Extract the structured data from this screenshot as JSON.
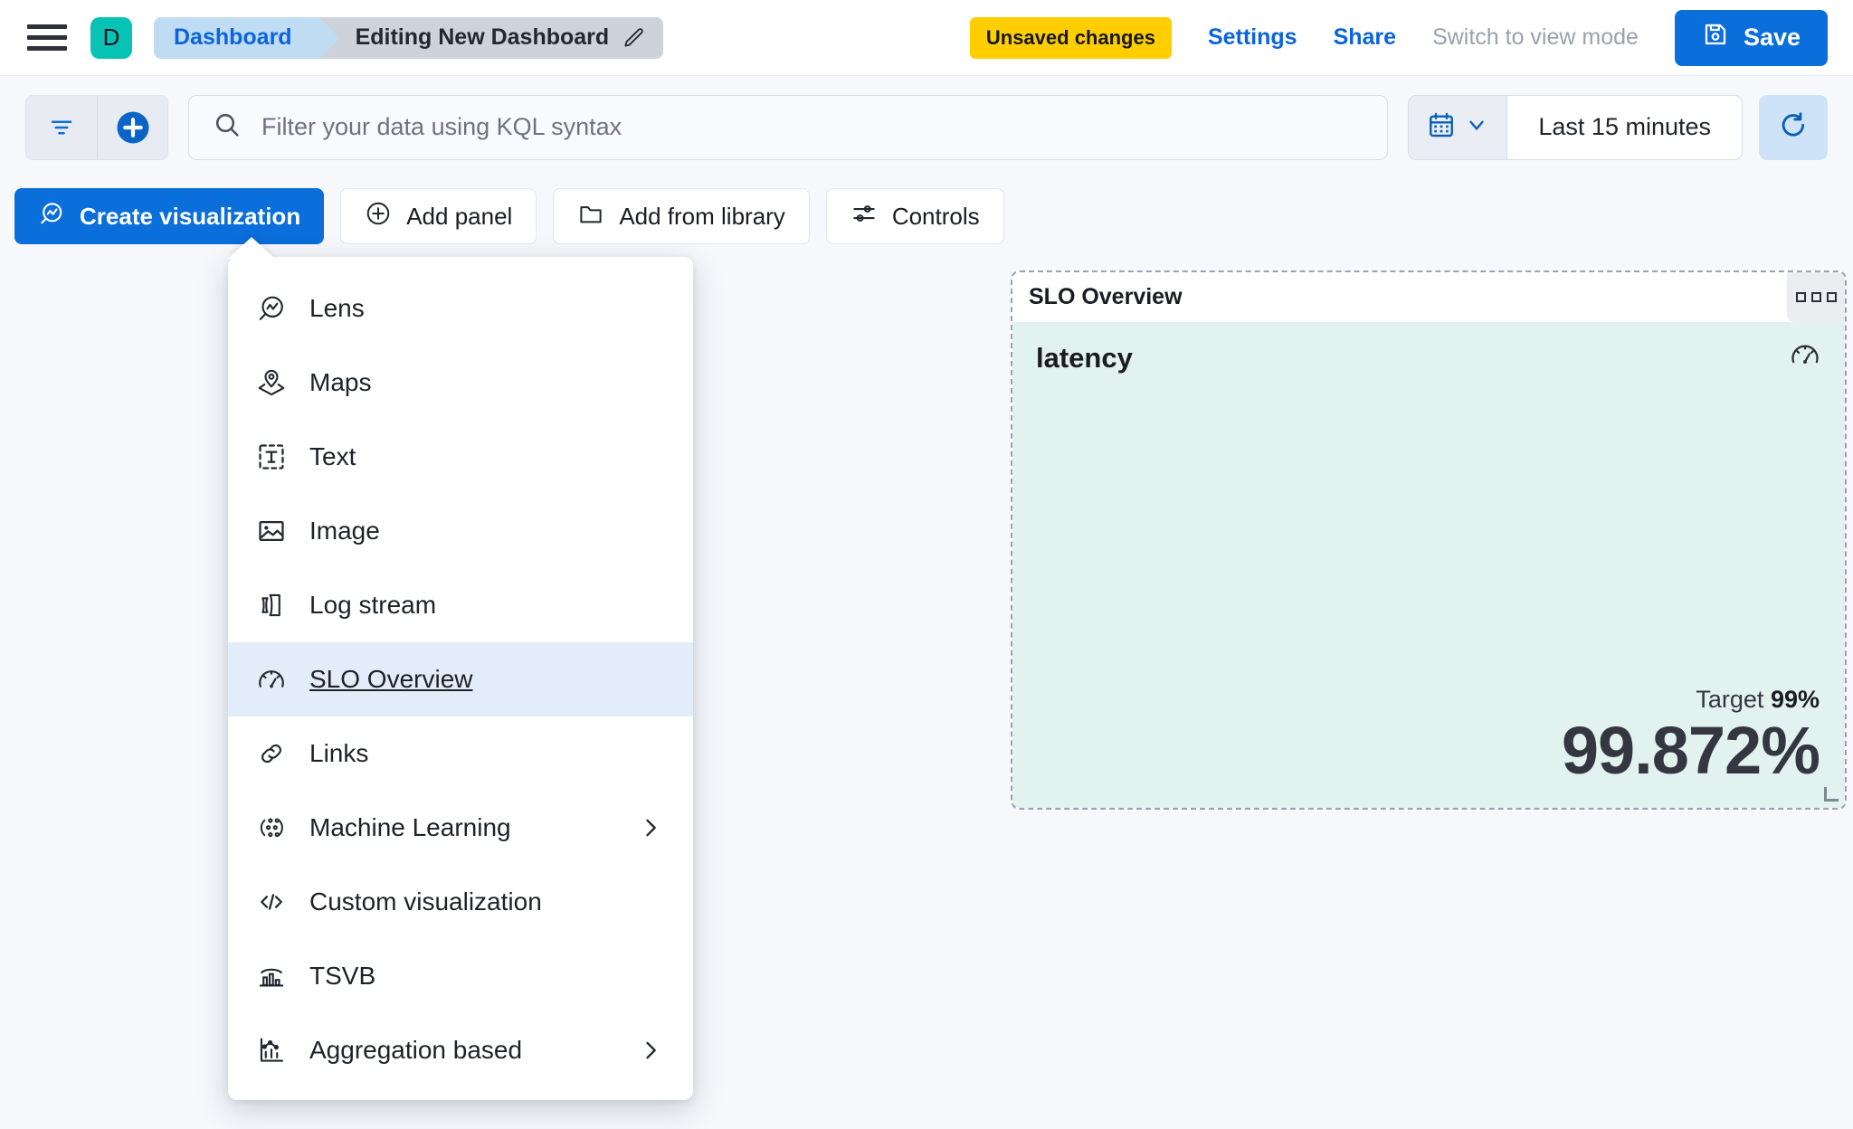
{
  "header": {
    "menu_icon": "hamburger-icon",
    "avatar_letter": "D",
    "breadcrumb_app": "Dashboard",
    "breadcrumb_current": "Editing New Dashboard",
    "edit_icon": "pencil-icon",
    "unsaved_badge": "Unsaved changes",
    "settings_link": "Settings",
    "share_link": "Share",
    "view_mode_link": "Switch to view mode",
    "save_label": "Save",
    "save_icon": "save-disk-icon"
  },
  "querybar": {
    "filter_icon": "filter-icon",
    "add_filter_icon": "plus-circle-icon",
    "search_icon": "search-icon",
    "search_value": "",
    "search_placeholder": "Filter your data using KQL syntax",
    "calendar_icon": "calendar-icon",
    "calendar_chevron": "chevron-down-icon",
    "date_range": "Last 15 minutes",
    "refresh_icon": "refresh-icon"
  },
  "toolbar": {
    "create_visualization": "Create visualization",
    "add_panel": "Add panel",
    "add_from_library": "Add from library",
    "controls": "Controls"
  },
  "add_panel_menu": {
    "items": [
      {
        "label": "Lens",
        "icon": "lens-icon",
        "has_submenu": false,
        "selected": false
      },
      {
        "label": "Maps",
        "icon": "map-marker-icon",
        "has_submenu": false,
        "selected": false
      },
      {
        "label": "Text",
        "icon": "text-box-icon",
        "has_submenu": false,
        "selected": false
      },
      {
        "label": "Image",
        "icon": "image-icon",
        "has_submenu": false,
        "selected": false
      },
      {
        "label": "Log stream",
        "icon": "log-stream-icon",
        "has_submenu": false,
        "selected": false
      },
      {
        "label": "SLO Overview",
        "icon": "gauge-icon",
        "has_submenu": false,
        "selected": true
      },
      {
        "label": "Links",
        "icon": "link-icon",
        "has_submenu": false,
        "selected": false
      },
      {
        "label": "Machine Learning",
        "icon": "machine-learning-icon",
        "has_submenu": true,
        "selected": false
      },
      {
        "label": "Custom visualization",
        "icon": "code-icon",
        "has_submenu": false,
        "selected": false
      },
      {
        "label": "TSVB",
        "icon": "tsvb-chart-icon",
        "has_submenu": false,
        "selected": false
      },
      {
        "label": "Aggregation based",
        "icon": "aggregation-chart-icon",
        "has_submenu": true,
        "selected": false
      }
    ],
    "submenu_arrow_icon": "chevron-right-icon"
  },
  "panel": {
    "title": "SLO Overview",
    "context_menu_icon": "panel-options-icon",
    "slo_name": "latency",
    "slo_type_icon": "gauge-icon",
    "target_label": "Target",
    "target_value": "99%",
    "sli_value": "99.872%",
    "accent_background": "#E2F2EE"
  },
  "colors": {
    "primary_blue": "#0A6EDB",
    "warning_yellow": "#FFCE00",
    "avatar_teal": "#07C3B5",
    "panel_teal_bg": "#E2F2EE",
    "selected_menu_bg": "#E3EDF9",
    "page_bg": "#F7F8FC"
  }
}
